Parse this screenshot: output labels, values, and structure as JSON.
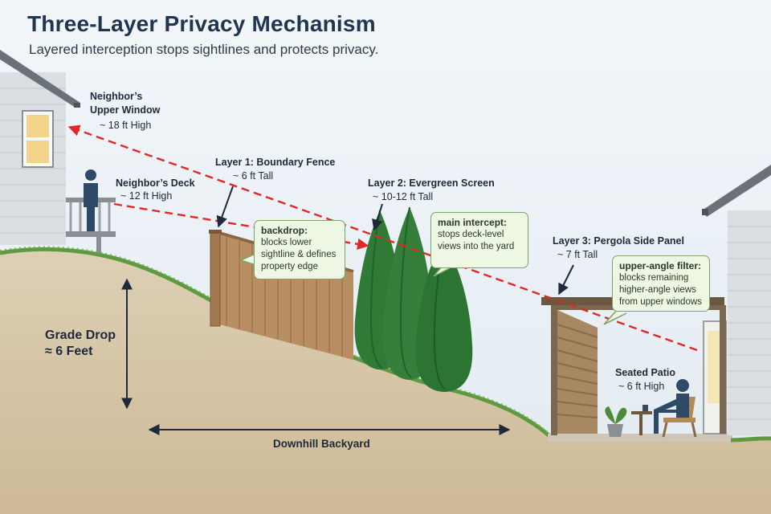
{
  "title": "Three-Layer Privacy Mechanism",
  "subtitle": "Layered interception stops sightlines and protects privacy.",
  "labels": {
    "window_title": "Neighbor’s Upper Window",
    "window_title_l1": "Neighbor’s",
    "window_title_l2": "Upper Window",
    "window_height": "~ 18 ft High",
    "deck_title": "Neighbor’s Deck",
    "deck_height": "~ 12 ft High",
    "layer1_title": "Layer 1: Boundary Fence",
    "layer1_height": "~ 6 ft Tall",
    "layer2_title": "Layer 2: Evergreen Screen",
    "layer2_height": "~ 10-12 ft Tall",
    "layer3_title": "Layer 3: Pergola Side Panel",
    "layer3_height": "~ 7 ft Tall",
    "patio_title": "Seated Patio",
    "patio_height": "~ 6 ft High",
    "grade_l1": "Grade Drop",
    "grade_l2": "≈ 6 Feet",
    "downhill": "Downhill Backyard"
  },
  "callouts": {
    "backdrop": {
      "title": "backdrop:",
      "l1": "blocks lower",
      "l2": "sightline & defines",
      "l3": "property edge"
    },
    "main": {
      "title": "main intercept:",
      "l1": "stops deck-level",
      "l2": "views into the yard"
    },
    "upper": {
      "title": "upper-angle filter:",
      "l1": "blocks remaining",
      "l2": "higher-angle views",
      "l3": "from upper windows"
    }
  },
  "colors": {
    "sky": "#e6eef5",
    "ground": "#d8c8aa",
    "sightline": "#e02828",
    "fence": "#b08a62",
    "tree": "#2f7a35",
    "callout_border": "#7aa36a",
    "title": "#1f3550"
  }
}
